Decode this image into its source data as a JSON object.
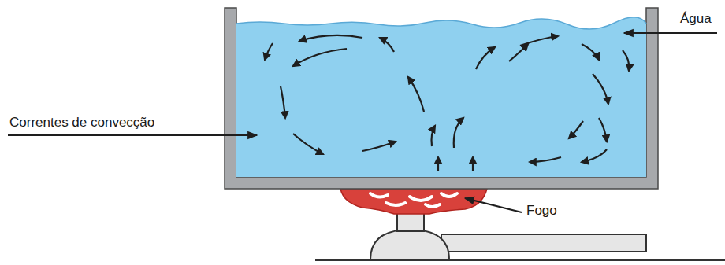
{
  "diagram": {
    "labels": [
      "Correntes de convecção",
      "Água",
      "Fogo"
    ]
  }
}
